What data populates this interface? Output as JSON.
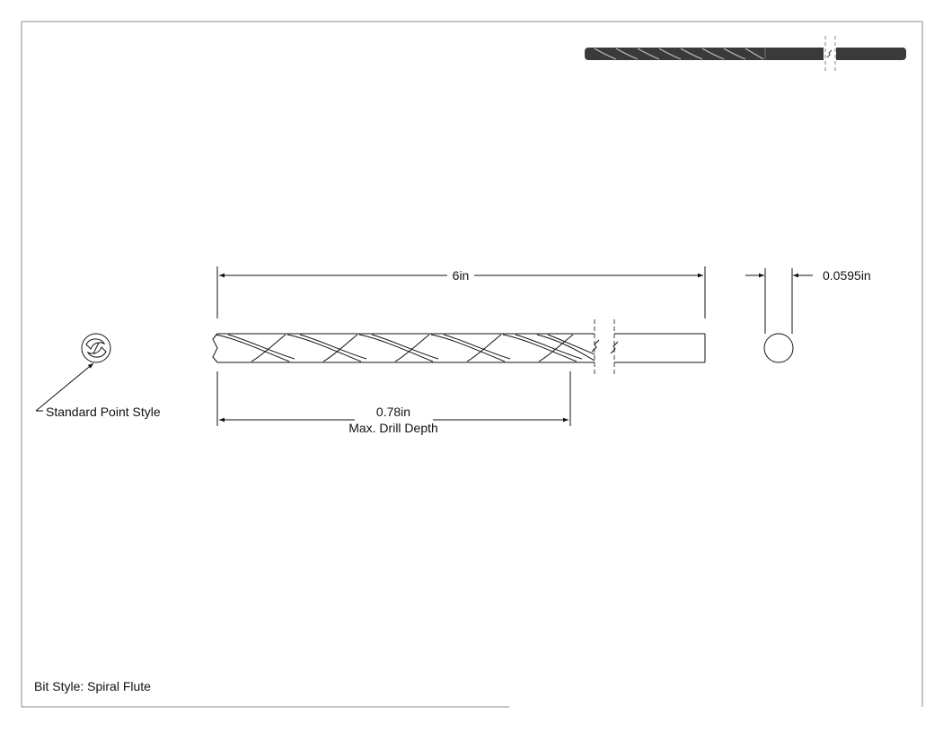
{
  "drawing": {
    "dimensions": {
      "overall_length": "6in",
      "diameter": "0.0595in",
      "max_depth_value": "0.78in",
      "max_depth_label": "Max. Drill Depth"
    },
    "callouts": {
      "point_style": "Standard Point Style"
    },
    "footer": {
      "bit_style": "Bit Style: Spiral Flute"
    },
    "colors": {
      "line": "#111111",
      "frame": "#888888",
      "preview_body": "#3a3a3a"
    }
  }
}
